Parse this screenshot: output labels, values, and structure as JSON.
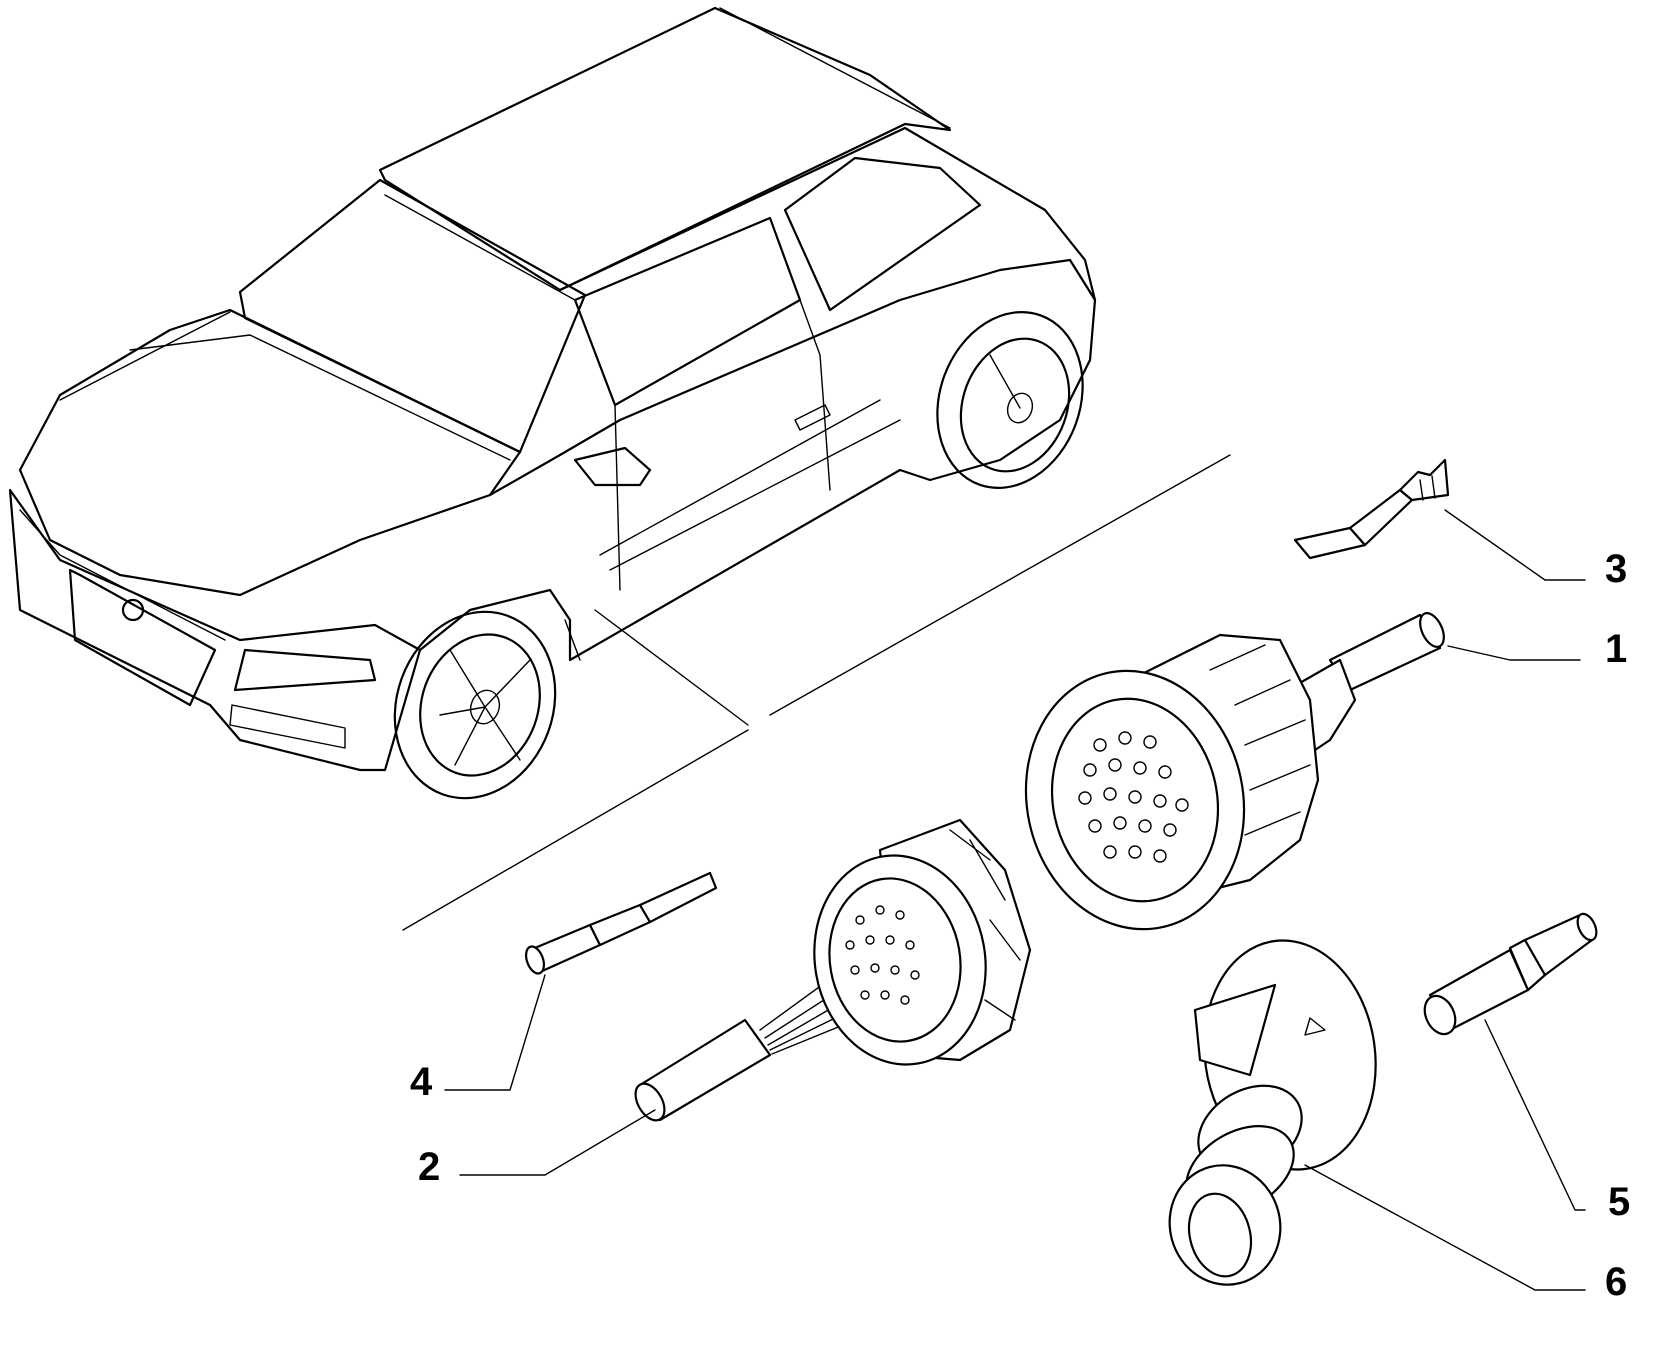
{
  "callouts": [
    {
      "id": "1",
      "label": "1"
    },
    {
      "id": "2",
      "label": "2"
    },
    {
      "id": "3",
      "label": "3"
    },
    {
      "id": "4",
      "label": "4"
    },
    {
      "id": "5",
      "label": "5"
    },
    {
      "id": "6",
      "label": "6"
    }
  ],
  "icons": {
    "car": "car-outline-icon",
    "connector_female": "round-connector-female-icon",
    "connector_male": "round-connector-male-icon",
    "terminal_female": "female-terminal-icon",
    "terminal_male": "male-terminal-icon",
    "plug": "blanking-plug-icon",
    "grommet": "rubber-grommet-icon"
  }
}
